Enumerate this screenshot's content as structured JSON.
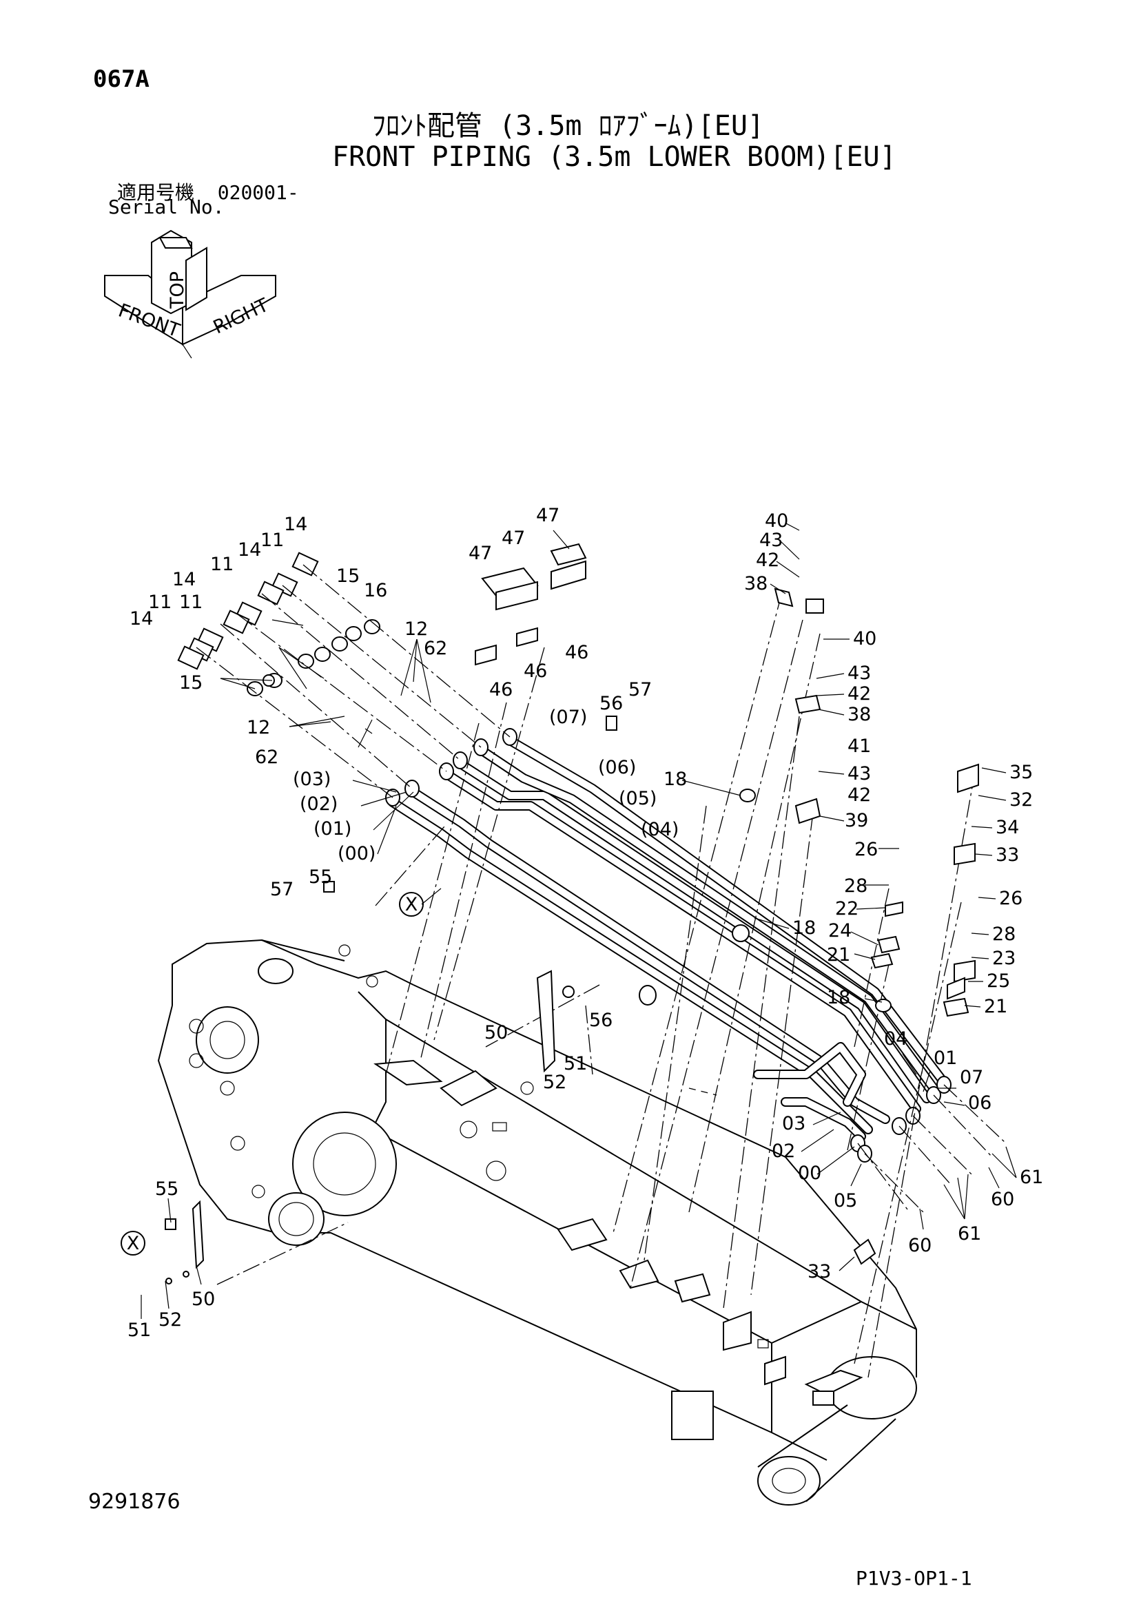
{
  "header": {
    "page_code": "067A",
    "title_jp": "ﾌﾛﾝﾄ配管 (3.5m ﾛｱﾌﾞｰﾑ)[EU]",
    "title_en": "FRONT PIPING (3.5m LOWER BOOM)[EU]",
    "serial_label_jp": "適用号機",
    "serial_value": "020001-",
    "serial_label_en": "Serial No."
  },
  "orientation_icon": {
    "top": "TOP",
    "front": "FRONT",
    "right": "RIGHT"
  },
  "section_marker": "X",
  "footer": {
    "drawing_number": "9291876",
    "sheet_code": "P1V3-OP1-1"
  },
  "callouts": [
    "47",
    "47",
    "47",
    "40",
    "43",
    "42",
    "38",
    "40",
    "43",
    "42",
    "38",
    "41",
    "43",
    "42",
    "39",
    "35",
    "32",
    "34",
    "33",
    "26",
    "28",
    "22",
    "24",
    "21",
    "26",
    "28",
    "23",
    "25",
    "21",
    "18",
    "18",
    "18",
    "14",
    "14",
    "14",
    "14",
    "11",
    "11",
    "11",
    "11",
    "15",
    "16",
    "12",
    "62",
    "15",
    "12",
    "62",
    "46",
    "46",
    "46",
    "57",
    "56",
    "(07)",
    "(06)",
    "(05)",
    "(04)",
    "(03)",
    "(02)",
    "(01)",
    "(00)",
    "57",
    "55",
    "50",
    "56",
    "51",
    "52",
    "04",
    "01",
    "07",
    "06",
    "03",
    "02",
    "00",
    "05",
    "61",
    "60",
    "60",
    "61",
    "33",
    "55",
    "50",
    "51",
    "52"
  ]
}
